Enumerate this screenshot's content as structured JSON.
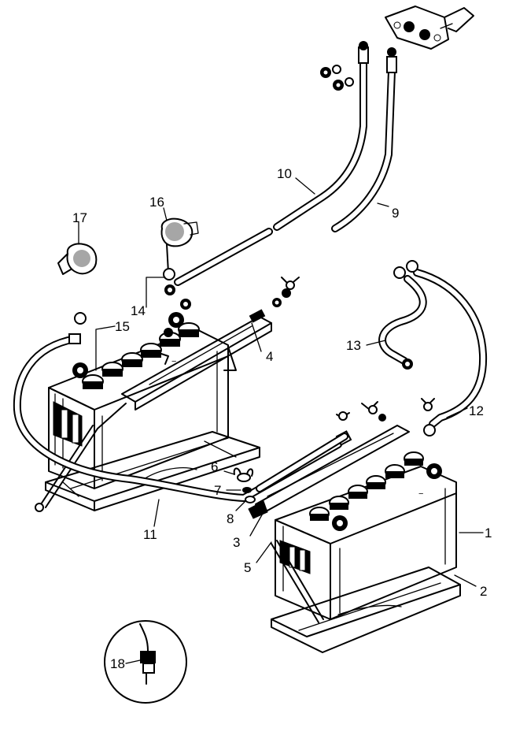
{
  "callouts": [
    {
      "id": "1",
      "text": "1"
    },
    {
      "id": "2",
      "text": "2"
    },
    {
      "id": "3",
      "text": "3"
    },
    {
      "id": "4",
      "text": "4"
    },
    {
      "id": "5",
      "text": "5"
    },
    {
      "id": "6",
      "text": "6"
    },
    {
      "id": "7",
      "text": "7"
    },
    {
      "id": "8",
      "text": "8"
    },
    {
      "id": "9",
      "text": "9"
    },
    {
      "id": "10",
      "text": "10"
    },
    {
      "id": "11",
      "text": "11"
    },
    {
      "id": "12",
      "text": "12"
    },
    {
      "id": "13",
      "text": "13"
    },
    {
      "id": "14",
      "text": "14"
    },
    {
      "id": "15",
      "text": "15"
    },
    {
      "id": "16",
      "text": "16"
    },
    {
      "id": "17",
      "text": "17"
    },
    {
      "id": "18",
      "text": "18"
    }
  ],
  "terminal_marks": {
    "minus_a": "−",
    "minus_b": "−"
  }
}
